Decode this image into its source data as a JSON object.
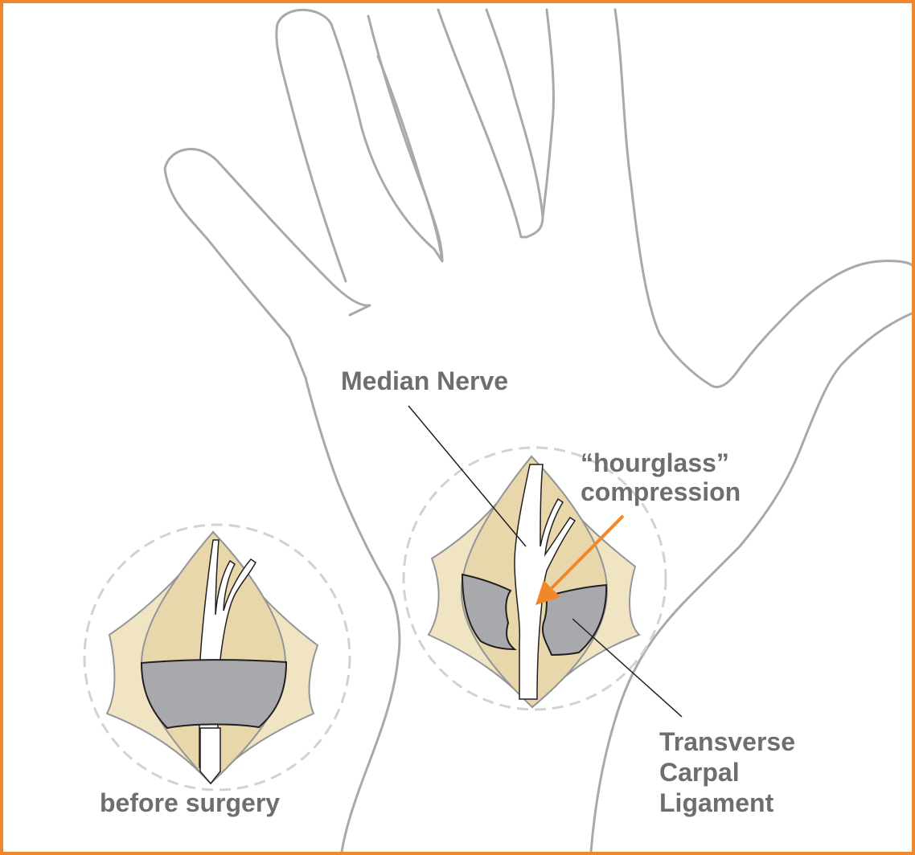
{
  "labels": {
    "median_nerve": "Median Nerve",
    "hourglass_line1": "“hourglass”",
    "hourglass_line2": "compression",
    "ligament_line1": "Transverse",
    "ligament_line2": "Carpal",
    "ligament_line3": "Ligament",
    "before_surgery": "before surgery"
  },
  "colors": {
    "border": "#f0882a",
    "arrow": "#f0882a",
    "hand_outline": "#a7a9ac",
    "tissue_outer": "#f0e4c3",
    "tissue_inner": "#e8d7ab",
    "ligament": "#a7a9ac",
    "text": "#6d6e70"
  }
}
